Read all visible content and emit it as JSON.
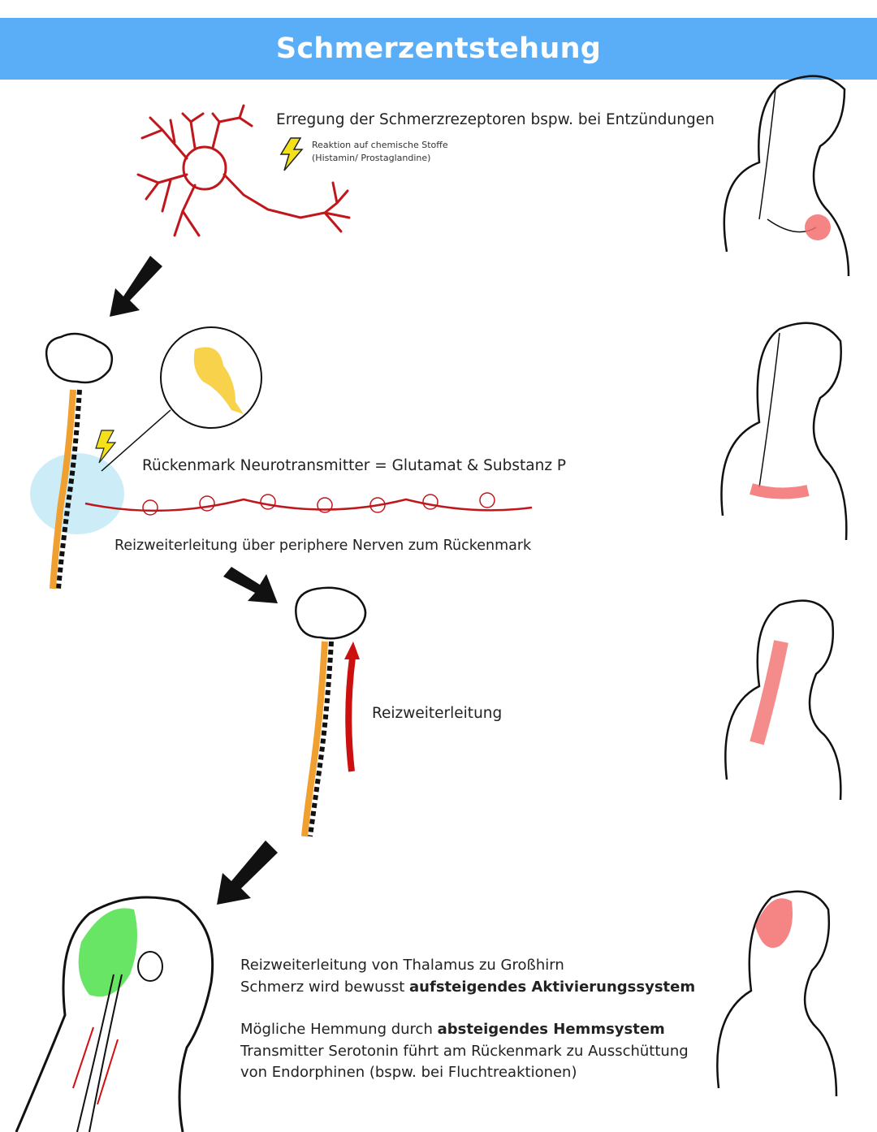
{
  "header": {
    "title": "Schmerzentstehung"
  },
  "step1": {
    "caption": "Erregung der Schmerzrezeptoren bspw. bei Entzündungen",
    "note_line1": "Reaktion auf chemische Stoffe",
    "note_line2": "(Histamin/ Prostaglandine)"
  },
  "step2": {
    "caption_top": "Rückenmark Neurotransmitter = Glutamat & Substanz P",
    "caption_bottom": "Reizweiterleitung über periphere Nerven zum Rückenmark"
  },
  "step3": {
    "caption": "Reizweiterleitung"
  },
  "step4": {
    "line1": "Reizweiterleitung von Thalamus zu Großhirn",
    "line2_plain": "Schmerz wird bewusst ",
    "line2_bold": "aufsteigendes Aktivierungssystem",
    "line3_plain": "Mögliche Hemmung durch ",
    "line3_bold": "absteigendes Hemmsystem",
    "line4": "Transmitter Serotonin führt am Rückenmark zu Ausschüttung",
    "line5": "von Endorphinen (bspw. bei Fluchtreaktionen)"
  },
  "colors": {
    "header": "#5aaef7",
    "nerve": "#c0171c",
    "highlight": "#f36f6f",
    "bolt": "#f5e11a",
    "brain_green": "#4fe04a"
  }
}
